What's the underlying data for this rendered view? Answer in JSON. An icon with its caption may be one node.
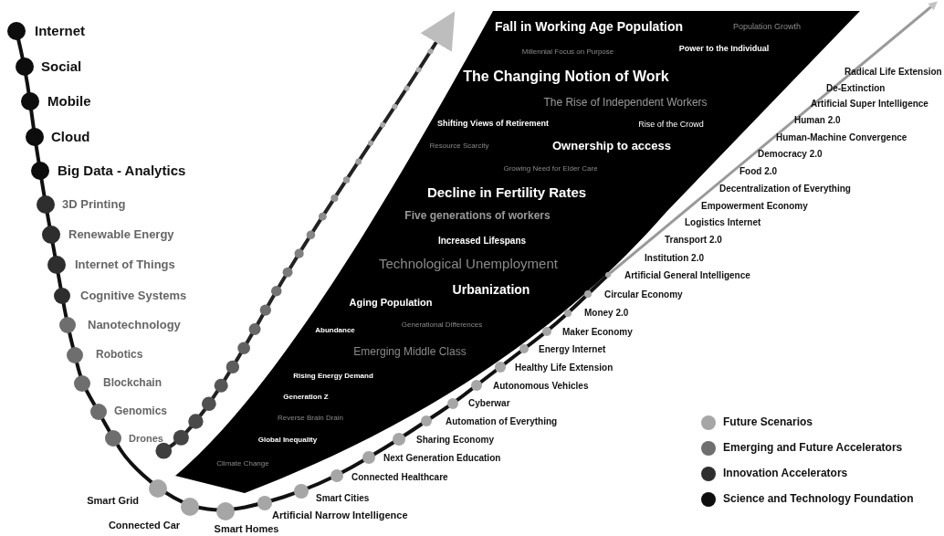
{
  "diagram": {
    "labels": [
      "Internet",
      "Social",
      "Mobile",
      "Cloud",
      "Big Data - Analytics",
      "3D Printing",
      "Renewable Energy",
      "Internet of Things",
      "Cognitive Systems",
      "Nanotechnology",
      "Robotics",
      "Blockchain",
      "Genomics",
      "Drones",
      "Smart Grid",
      "Connected Car",
      "Smart Homes",
      "Artificial Narrow Intelligence",
      "Smart Cities",
      "Connected Healthcare",
      "Next Generation Education",
      "Sharing Economy",
      "Automation of Everything",
      "Cyberwar",
      "Autonomous Vehicles",
      "Healthy Life Extension",
      "Energy Internet",
      "Maker Economy",
      "Money 2.0",
      "Circular Economy",
      "Artificial General Intelligence",
      "Institution 2.0",
      "Transport 2.0",
      "Logistics Internet",
      "Empowerment Economy",
      "Decentralization of Everything",
      "Food 2.0",
      "Democracy 2.0",
      "Human-Machine Convergence",
      "Human 2.0",
      "Artificial Super Intelligence",
      "De-Extinction",
      "Radical Life Extension",
      "Fall in Working Age Population",
      "Population Growth",
      "Millennial Focus on Purpose",
      "Power to the Individual",
      "The Changing Notion of Work",
      "The Rise of Independent Workers",
      "Shifting Views of Retirement",
      "Rise of the Crowd",
      "Resource Scarcity",
      "Ownership to access",
      "Growing Need for Elder Care",
      "Decline in Fertility Rates",
      "Five generations of workers",
      "Increased Lifespans",
      "Technological Unemployment",
      "Urbanization",
      "Aging Population",
      "Abundance",
      "Generational Differences",
      "Emerging Middle Class",
      "Rising Energy Demand",
      "Generation Z",
      "Reverse Brain Drain",
      "Global Inequality",
      "Climate Change"
    ],
    "legend": [
      {
        "text": "Future Scenarios",
        "color": "#a6a6a6"
      },
      {
        "text": "Emerging and Future Accelerators",
        "color": "#6e6e6e"
      },
      {
        "text": "Innovation Accelerators",
        "color": "#2e2e2e"
      },
      {
        "text": "Science and Technology Foundation",
        "color": "#0d0d0d"
      }
    ]
  }
}
